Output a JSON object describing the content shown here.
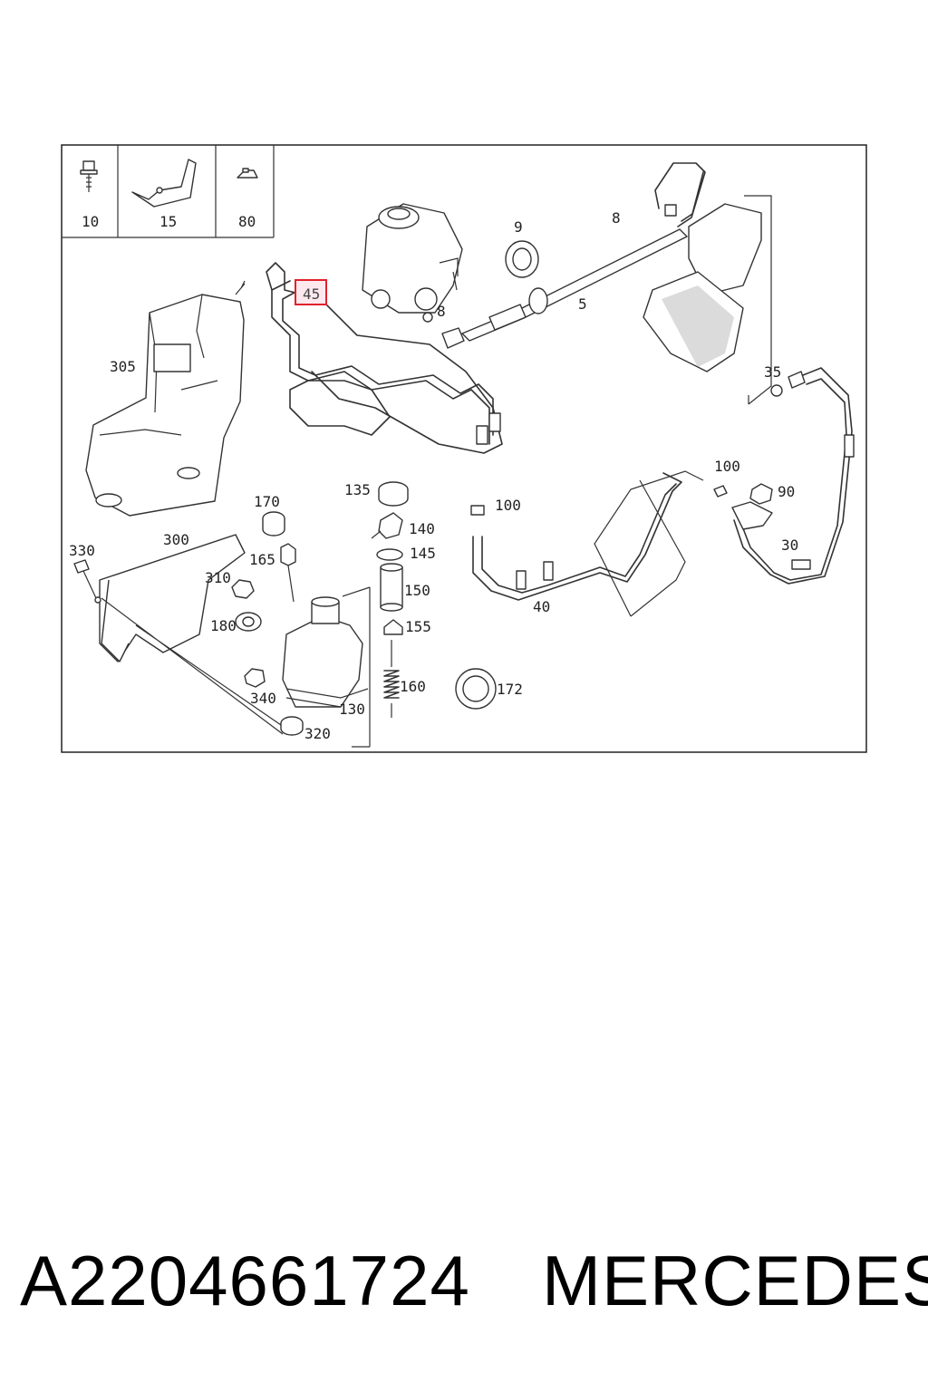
{
  "diagram": {
    "legend_cells": [
      {
        "id": "c10",
        "label": "10"
      },
      {
        "id": "c15",
        "label": "15"
      },
      {
        "id": "c80",
        "label": "80"
      }
    ],
    "callouts": [
      {
        "id": "l9",
        "label": "9"
      },
      {
        "id": "l8a",
        "label": "8"
      },
      {
        "id": "l8b",
        "label": "8"
      },
      {
        "id": "l5",
        "label": "5"
      },
      {
        "id": "l305",
        "label": "305"
      },
      {
        "id": "l35",
        "label": "35"
      },
      {
        "id": "l100a",
        "label": "100"
      },
      {
        "id": "l90",
        "label": "90"
      },
      {
        "id": "l135",
        "label": "135"
      },
      {
        "id": "l100b",
        "label": "100"
      },
      {
        "id": "l170",
        "label": "170"
      },
      {
        "id": "l140",
        "label": "140"
      },
      {
        "id": "l330",
        "label": "330"
      },
      {
        "id": "l300",
        "label": "300"
      },
      {
        "id": "l145",
        "label": "145"
      },
      {
        "id": "l30",
        "label": "30"
      },
      {
        "id": "l165",
        "label": "165"
      },
      {
        "id": "l310",
        "label": "310"
      },
      {
        "id": "l150",
        "label": "150"
      },
      {
        "id": "l40",
        "label": "40"
      },
      {
        "id": "l180",
        "label": "180"
      },
      {
        "id": "l155",
        "label": "155"
      },
      {
        "id": "l160",
        "label": "160"
      },
      {
        "id": "l172",
        "label": "172"
      },
      {
        "id": "l340",
        "label": "340"
      },
      {
        "id": "l130",
        "label": "130"
      },
      {
        "id": "l320",
        "label": "320"
      }
    ],
    "highlight": {
      "label": "45",
      "box_color": "#e0212e",
      "fill_color": "#fde8ee"
    }
  },
  "footer": {
    "part_number": "A2204661724",
    "brand": "MERCEDES"
  }
}
